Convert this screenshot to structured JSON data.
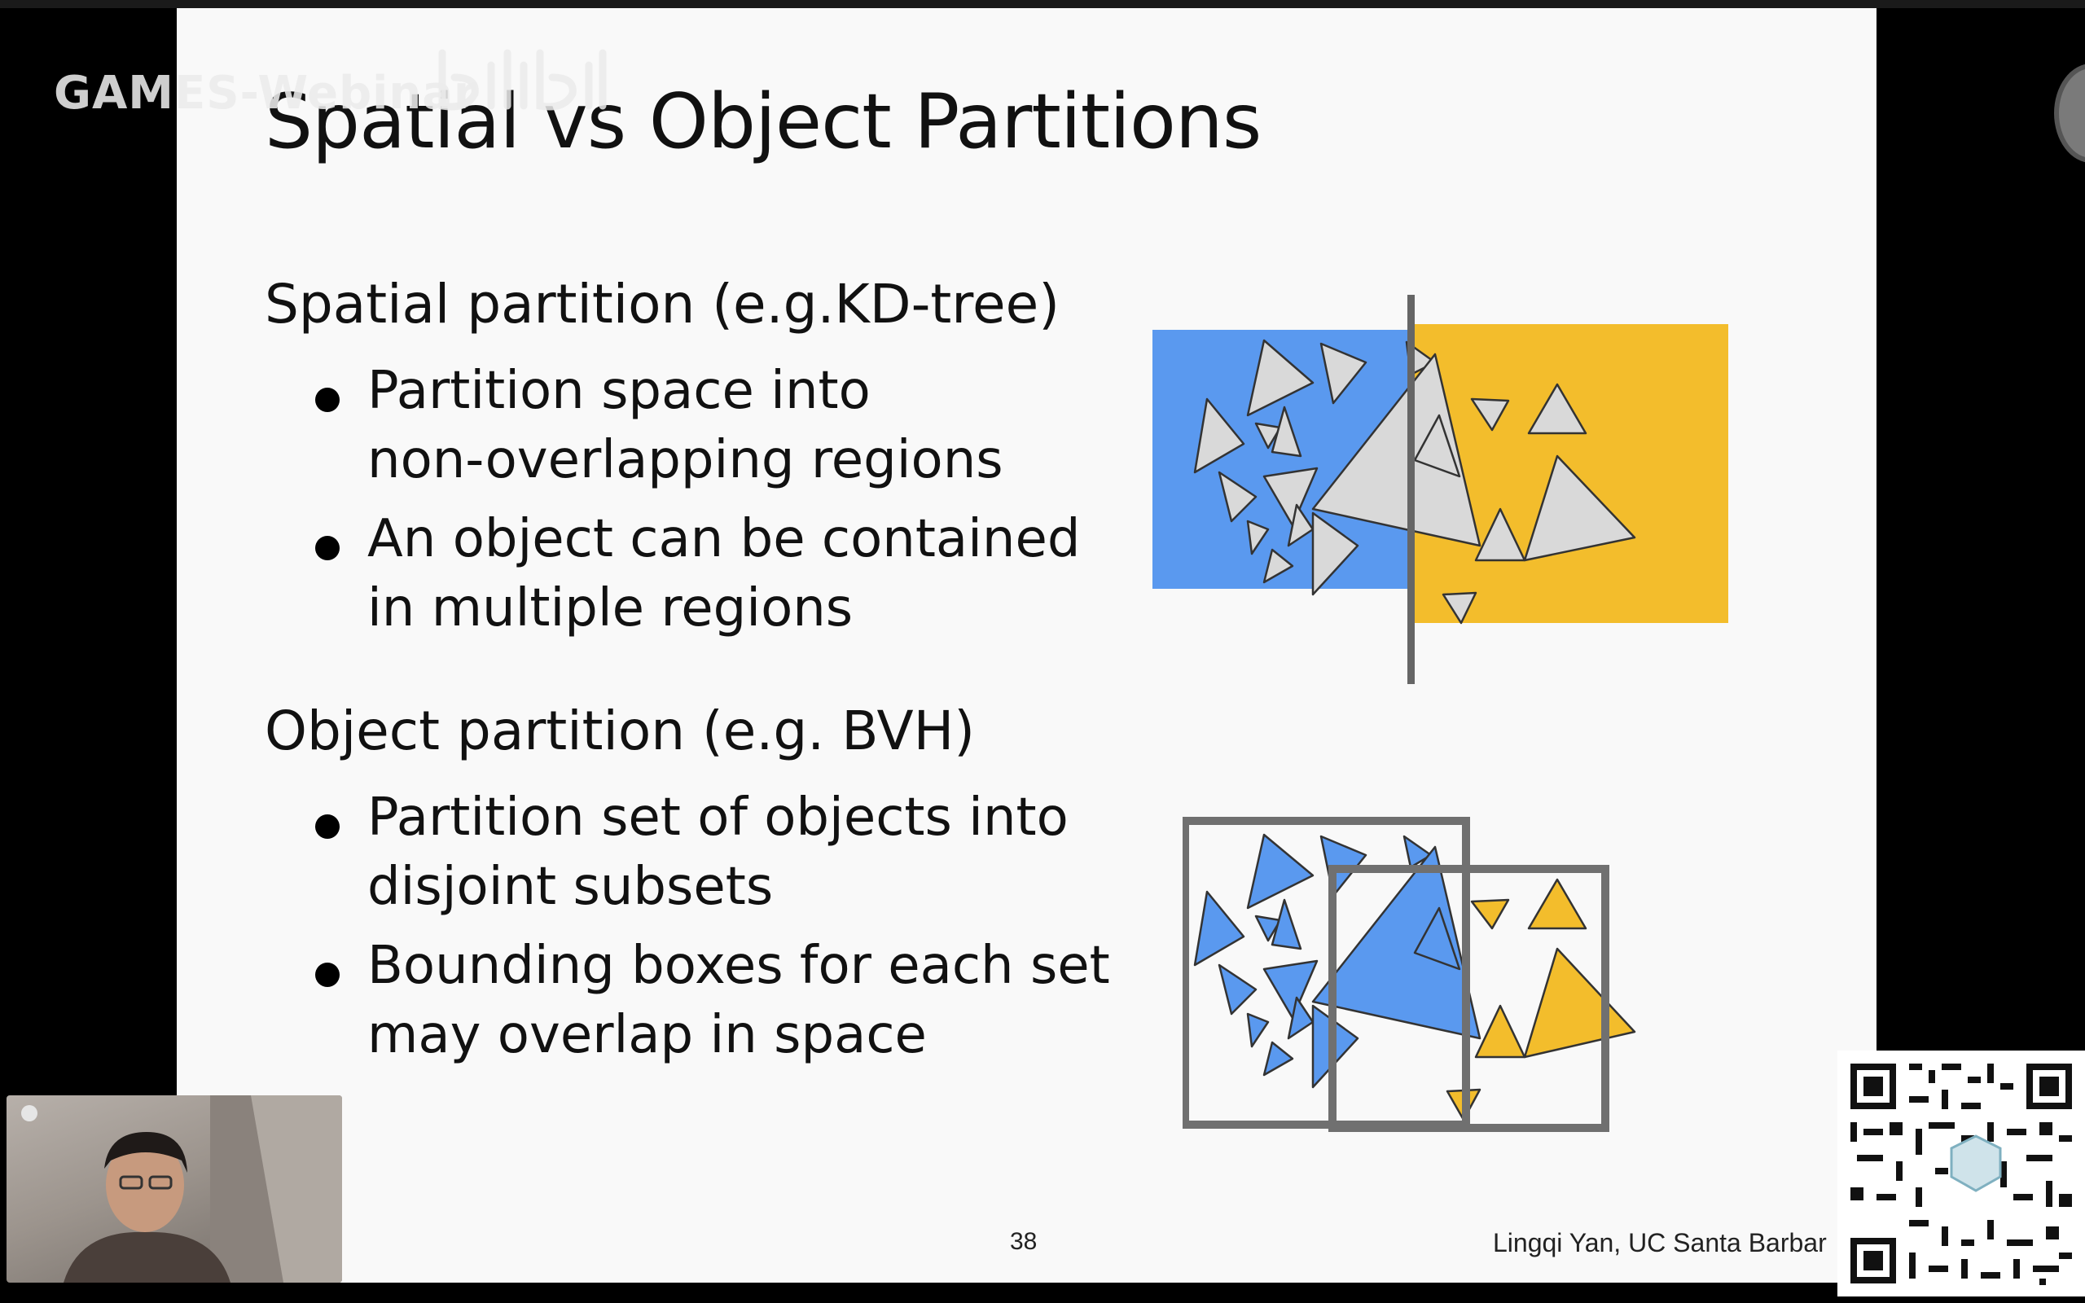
{
  "watermark": {
    "text": "GAMES-Webinar"
  },
  "slide": {
    "title": "Spatial vs Object Partitions",
    "sections": [
      {
        "heading": "Spatial partition (e.g.KD-tree)",
        "bullets": [
          {
            "line1": "Partition space into",
            "line2": "non-overlapping regions"
          },
          {
            "line1": "An object can be contained",
            "line2": "in multiple regions"
          }
        ]
      },
      {
        "heading": "Object partition (e.g. BVH)",
        "bullets": [
          {
            "line1": "Partition set of objects into",
            "line2": "disjoint subsets"
          },
          {
            "line1": "Bounding boxes for each set",
            "line2": "may overlap in space"
          }
        ]
      }
    ],
    "page_number": "38",
    "credit": "Lingqi Yan, UC Santa Barbar"
  },
  "colors": {
    "blue_region": "#5a99ef",
    "yellow_region": "#f3bd2c",
    "triangle_fill": "#d9d9d9",
    "box_stroke": "#6a6a6a"
  },
  "icons": [
    "bilibili-logo-icon",
    "webcam-feed",
    "qr-code",
    "corner-avatar-icon"
  ]
}
